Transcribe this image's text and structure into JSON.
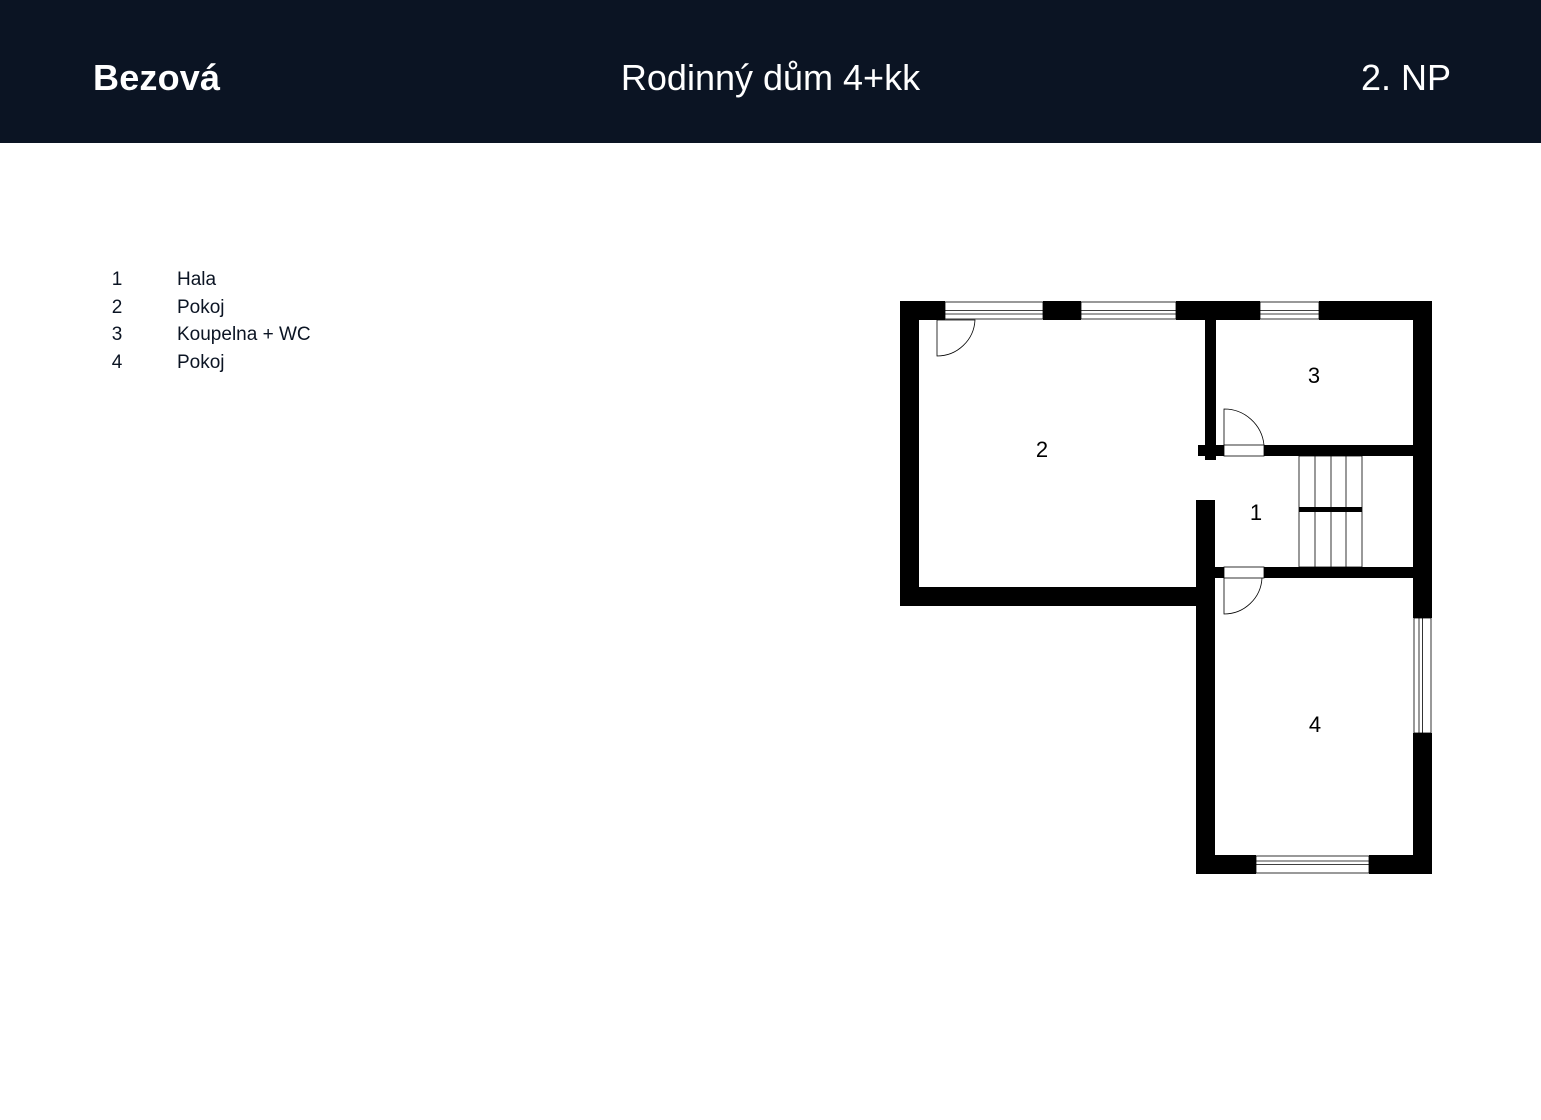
{
  "header": {
    "brand": "Bezová",
    "title": "Rodinný dům 4+kk",
    "floor": "2. NP",
    "background_color": "#0b1423",
    "text_color": "#ffffff"
  },
  "legend": [
    {
      "number": "1",
      "name": "Hala"
    },
    {
      "number": "2",
      "name": "Pokoj"
    },
    {
      "number": "3",
      "name": "Koupelna + WC"
    },
    {
      "number": "4",
      "name": "Pokoj"
    }
  ],
  "plan": {
    "rooms": [
      {
        "number": "1",
        "name": "Hala"
      },
      {
        "number": "2",
        "name": "Pokoj"
      },
      {
        "number": "3",
        "name": "Koupelna + WC"
      },
      {
        "number": "4",
        "name": "Pokoj"
      }
    ],
    "wall_color": "#000000"
  }
}
